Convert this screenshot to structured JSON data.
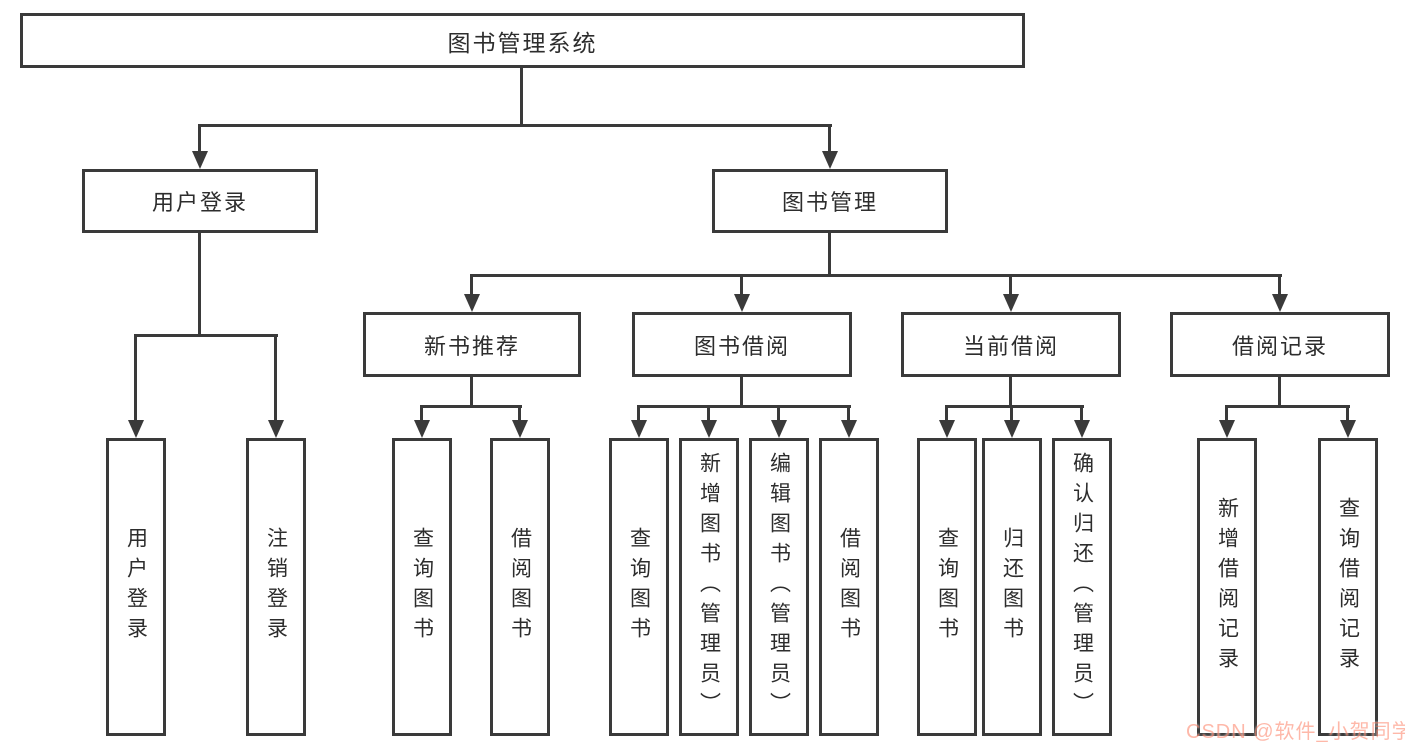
{
  "tree": {
    "root": {
      "label": "图书管理系统"
    },
    "level1": [
      {
        "id": "user-login",
        "label": "用户登录"
      },
      {
        "id": "book-management",
        "label": "图书管理"
      }
    ],
    "level2": [
      {
        "id": "new-book-recommend",
        "label": "新书推荐"
      },
      {
        "id": "book-borrowing",
        "label": "图书借阅"
      },
      {
        "id": "current-borrowing",
        "label": "当前借阅"
      },
      {
        "id": "borrowing-records",
        "label": "借阅记录"
      }
    ],
    "leaves": {
      "user_login": [
        "用户登录",
        "注销登录"
      ],
      "new_book_recommend": [
        "查询图书",
        "借阅图书"
      ],
      "book_borrowing": [
        "查询图书",
        "新增图书（管理员）",
        "编辑图书（管理员）",
        "借阅图书"
      ],
      "current_borrowing": [
        "查询图书",
        "归还图书",
        "确认归还（管理员）"
      ],
      "borrowing_records": [
        "新增借阅记录",
        "查询借阅记录"
      ]
    }
  },
  "watermark": {
    "text": "CSDN @软件_小贺同学"
  },
  "colors": {
    "line": "#3a3a3a",
    "text": "#2d2d2d",
    "background": "#ffffff",
    "watermark_brand": "#fc5531"
  }
}
